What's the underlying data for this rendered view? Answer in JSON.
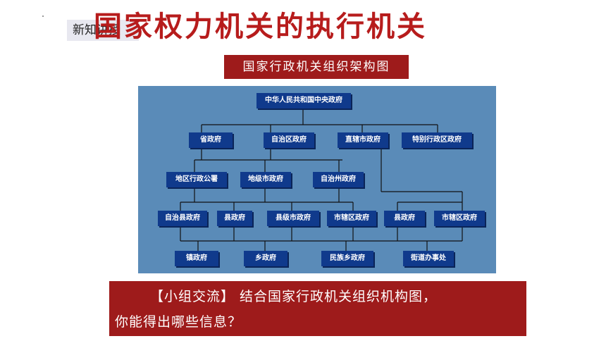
{
  "header": {
    "tag": "新知讲授",
    "title": "国家权力机关的执行机关"
  },
  "subtitle": "国家行政机关组织架构图",
  "org_chart": {
    "root": "中华人民共和国中央政府",
    "level2": [
      "省政府",
      "自治区政府",
      "直辖市政府",
      "特别行政区政府"
    ],
    "level3": [
      "地区行政公署",
      "地级市政府",
      "自治州政府"
    ],
    "level4": [
      "自治县政府",
      "县政府",
      "县级市政府",
      "市辖区政府",
      "县政府",
      "市辖区政府"
    ],
    "level5": [
      "镇政府",
      "乡政府",
      "民族乡政府",
      "街道办事处"
    ]
  },
  "discussion": {
    "line1": "【小组交流】 结合国家行政机关组织机构图，",
    "line2": "你能得出哪些信息？"
  },
  "colors": {
    "accent_red": "#9e1b1b",
    "title_red": "#b71c1c",
    "chart_bg": "#5a8bb8",
    "node_bg": "#103a8c"
  }
}
